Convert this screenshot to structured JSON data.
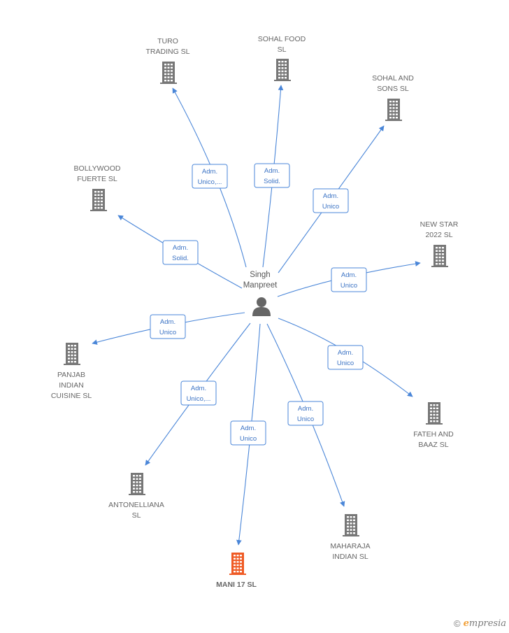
{
  "center": {
    "label_lines": [
      "Singh",
      "Manpreet"
    ]
  },
  "colors": {
    "building": "#777777",
    "highlight": "#ef5b25",
    "edge": "#4a86d8",
    "person": "#666666"
  },
  "nodes": [
    {
      "id": "turo",
      "lines": [
        "TURO",
        "TRADING  SL"
      ],
      "relation": [
        "Adm.",
        "Unico,..."
      ]
    },
    {
      "id": "sohal-food",
      "lines": [
        "SOHAL FOOD",
        "SL"
      ],
      "relation": [
        "Adm.",
        "Solid."
      ]
    },
    {
      "id": "sohal-sons",
      "lines": [
        "SOHAL AND",
        "SONS  SL"
      ],
      "relation": [
        "Adm.",
        "Unico"
      ]
    },
    {
      "id": "bollywood",
      "lines": [
        "BOLLYWOOD",
        "FUERTE  SL"
      ],
      "relation": [
        "Adm.",
        "Solid."
      ]
    },
    {
      "id": "new-star",
      "lines": [
        "NEW STAR",
        "2022  SL"
      ],
      "relation": [
        "Adm.",
        "Unico"
      ]
    },
    {
      "id": "panjab",
      "lines": [
        "PANJAB",
        "INDIAN",
        "CUISINE  SL"
      ],
      "relation": [
        "Adm.",
        "Unico"
      ]
    },
    {
      "id": "fateh",
      "lines": [
        "FATEH AND",
        "BAAZ  SL"
      ],
      "relation": [
        "Adm.",
        "Unico"
      ]
    },
    {
      "id": "antonelliana",
      "lines": [
        "ANTONELLIANA",
        "SL"
      ],
      "relation": [
        "Adm.",
        "Unico,..."
      ]
    },
    {
      "id": "mani",
      "lines": [
        "MANI 17  SL"
      ],
      "relation": [
        "Adm.",
        "Unico"
      ],
      "highlight": true
    },
    {
      "id": "maharaja",
      "lines": [
        "MAHARAJA",
        "INDIAN  SL"
      ],
      "relation": [
        "Adm.",
        "Unico"
      ]
    }
  ],
  "footer": {
    "copyright": "©",
    "brand_initial": "e",
    "brand_rest": "mpresia"
  }
}
